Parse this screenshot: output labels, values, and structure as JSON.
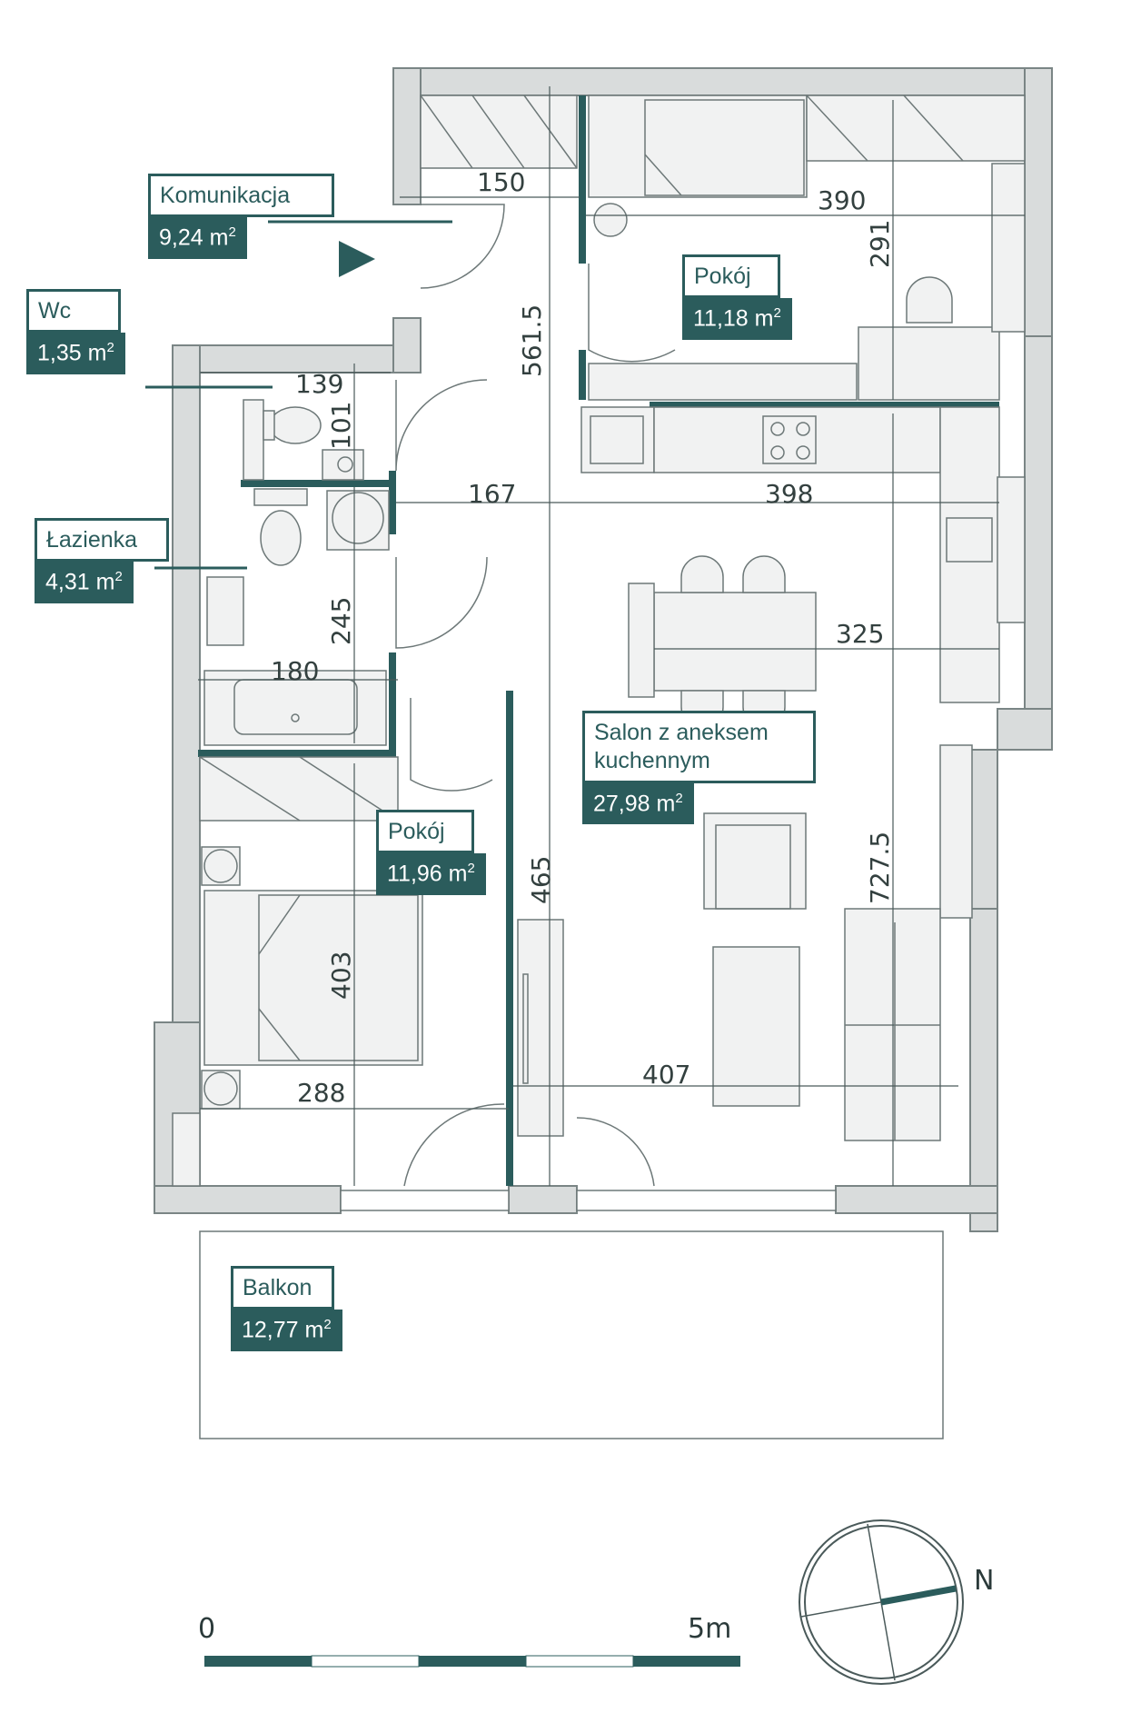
{
  "rooms": {
    "komunikacja": {
      "name": "Komunikacja",
      "area": "9,24 m",
      "unit_exp": "2"
    },
    "wc": {
      "name": "Wc",
      "area": "1,35 m",
      "unit_exp": "2"
    },
    "lazienka": {
      "name": "Łazienka",
      "area": "4,31 m",
      "unit_exp": "2"
    },
    "pokoj_top": {
      "name": "Pokój",
      "area": "11,18 m",
      "unit_exp": "2"
    },
    "salon": {
      "name": "Salon z aneksem kuchennym",
      "area": "27,98 m",
      "unit_exp": "2"
    },
    "pokoj_bottom": {
      "name": "Pokój",
      "area": "11,96 m",
      "unit_exp": "2"
    },
    "balkon": {
      "name": "Balkon",
      "area": "12,77 m",
      "unit_exp": "2"
    }
  },
  "dimensions": {
    "d150": "150",
    "d390": "390",
    "d291": "291",
    "d5615": "561.5",
    "d139": "139",
    "d101": "101",
    "d167": "167",
    "d398": "398",
    "d245": "245",
    "d180": "180",
    "d325": "325",
    "d465": "465",
    "d7275": "727.5",
    "d403": "403",
    "d288": "288",
    "d407": "407"
  },
  "scale": {
    "start": "0",
    "end": "5m"
  },
  "compass": {
    "north": "N"
  },
  "colors": {
    "accent": "#2b5c5c",
    "wall": "#d9dcdc",
    "line": "#4a5a5a"
  }
}
